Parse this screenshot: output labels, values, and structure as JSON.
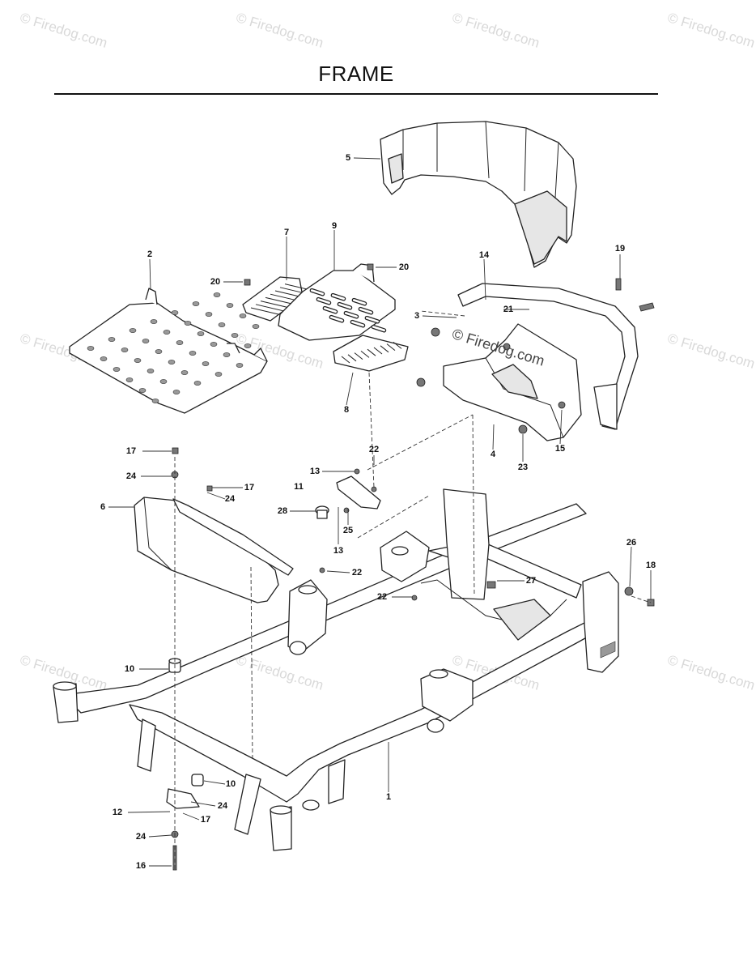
{
  "title": "FRAME",
  "watermark": "© Firedog.com",
  "callouts": [
    {
      "label": "5"
    },
    {
      "label": "7"
    },
    {
      "label": "9"
    },
    {
      "label": "20"
    },
    {
      "label": "20"
    },
    {
      "label": "2"
    },
    {
      "label": "14"
    },
    {
      "label": "19"
    },
    {
      "label": "3"
    },
    {
      "label": "21"
    },
    {
      "label": "8"
    },
    {
      "label": "4"
    },
    {
      "label": "15"
    },
    {
      "label": "23"
    },
    {
      "label": "22"
    },
    {
      "label": "13"
    },
    {
      "label": "11"
    },
    {
      "label": "17"
    },
    {
      "label": "24"
    },
    {
      "label": "17"
    },
    {
      "label": "24"
    },
    {
      "label": "6"
    },
    {
      "label": "28"
    },
    {
      "label": "25"
    },
    {
      "label": "13"
    },
    {
      "label": "22"
    },
    {
      "label": "22"
    },
    {
      "label": "27"
    },
    {
      "label": "26"
    },
    {
      "label": "18"
    },
    {
      "label": "10"
    },
    {
      "label": "10"
    },
    {
      "label": "1"
    },
    {
      "label": "24"
    },
    {
      "label": "12"
    },
    {
      "label": "17"
    },
    {
      "label": "24"
    },
    {
      "label": "16"
    }
  ]
}
